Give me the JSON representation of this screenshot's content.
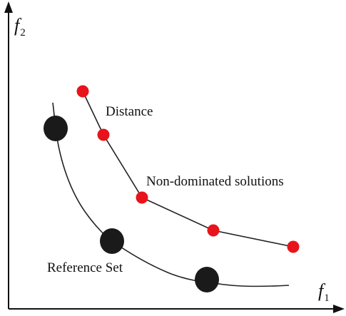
{
  "labels": {
    "f2": "f",
    "f2_sub": "2",
    "f1": "f",
    "f1_sub": "1",
    "distance": "Distance",
    "non_dominated": "Non-dominated solutions",
    "reference_set": "Reference Set"
  },
  "colors": {
    "axis": "#111111",
    "curve": "#222222",
    "non_dominated_point": "#e8141b",
    "reference_point": "#1a1a1a"
  },
  "icons": {
    "axis_arrowheads": "triangle-arrow-icon"
  }
}
